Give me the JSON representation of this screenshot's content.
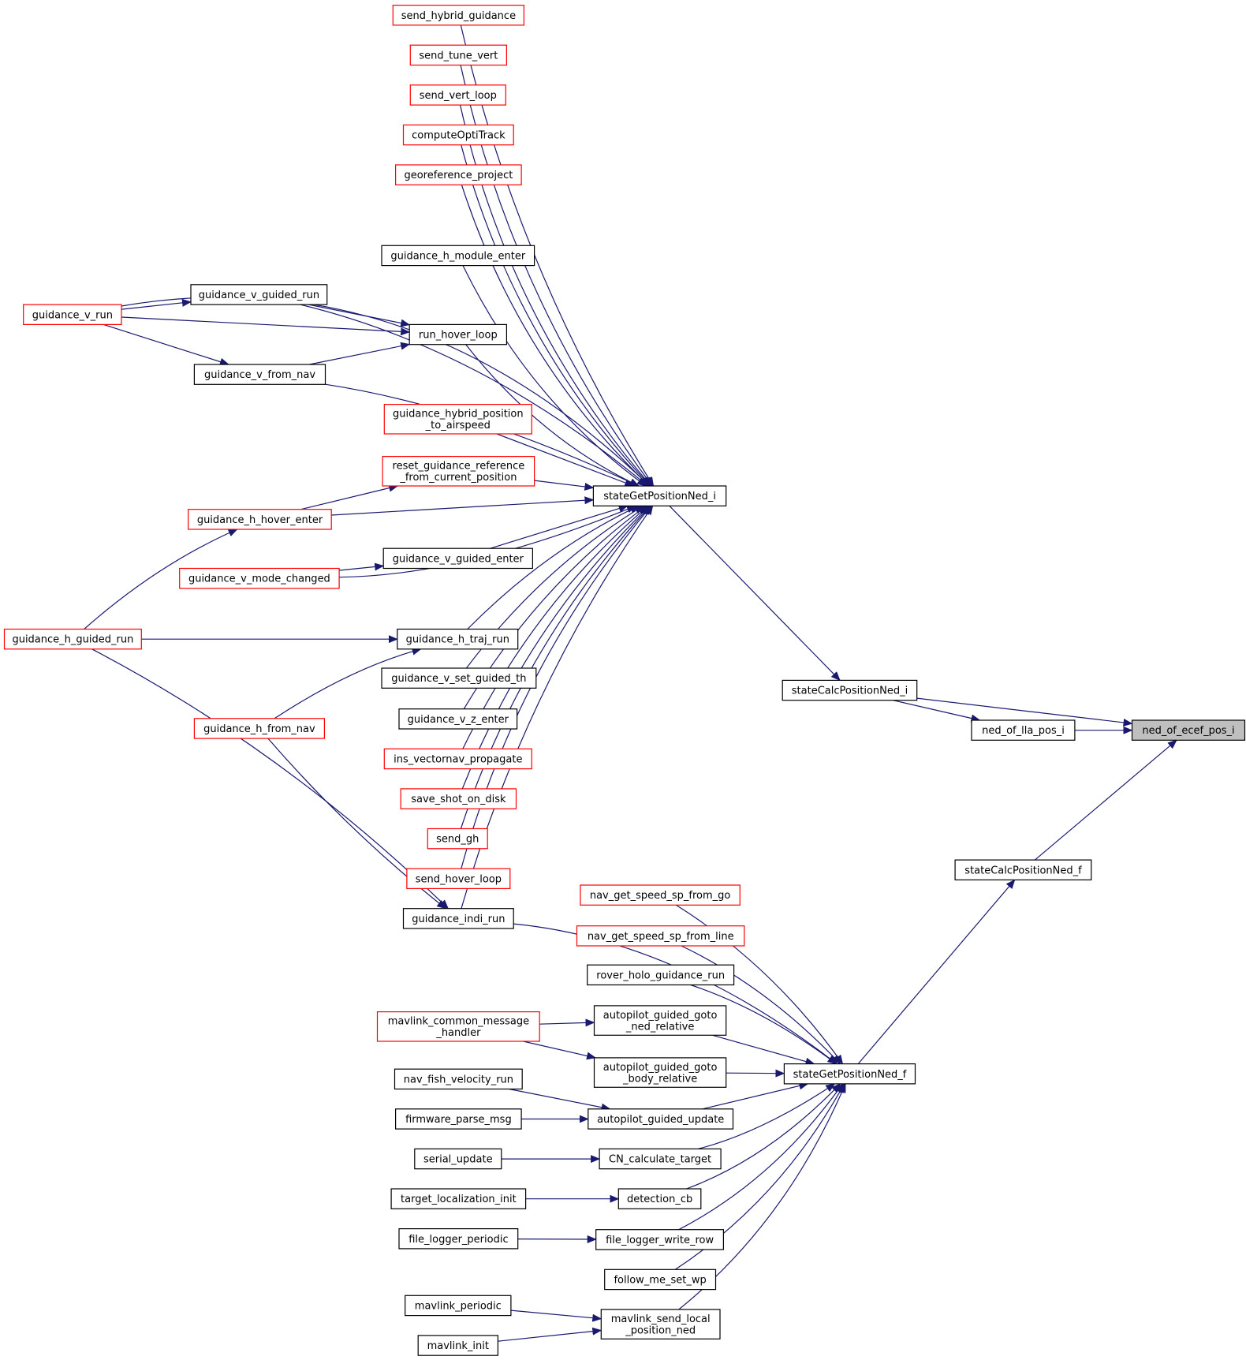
{
  "colors": {
    "edge": "#191970",
    "node_border_linked": "#000000",
    "node_border_external": "#ff0000",
    "node_fill_root": "#bfbfbf",
    "node_fill": "#ffffff"
  },
  "nodes": [
    {
      "id": "n_ned_of_ecef_pos_i",
      "lines": [
        "ned_of_ecef_pos_i"
      ],
      "style": "root"
    },
    {
      "id": "n_stateCalcPositionNed_i",
      "lines": [
        "stateCalcPositionNed_i"
      ],
      "style": "black"
    },
    {
      "id": "n_ned_of_lla_pos_i",
      "lines": [
        "ned_of_lla_pos_i"
      ],
      "style": "black"
    },
    {
      "id": "n_stateCalcPositionNed_f",
      "lines": [
        "stateCalcPositionNed_f"
      ],
      "style": "black"
    },
    {
      "id": "n_stateGetPositionNed_i",
      "lines": [
        "stateGetPositionNed_i"
      ],
      "style": "black"
    },
    {
      "id": "n_stateGetPositionNed_f",
      "lines": [
        "stateGetPositionNed_f"
      ],
      "style": "black"
    },
    {
      "id": "n_send_hybrid_guidance",
      "lines": [
        "send_hybrid_guidance"
      ],
      "style": "red"
    },
    {
      "id": "n_send_tune_vert",
      "lines": [
        "send_tune_vert"
      ],
      "style": "red"
    },
    {
      "id": "n_send_vert_loop",
      "lines": [
        "send_vert_loop"
      ],
      "style": "red"
    },
    {
      "id": "n_computeOptiTrack",
      "lines": [
        "computeOptiTrack"
      ],
      "style": "red"
    },
    {
      "id": "n_georeference_project",
      "lines": [
        "georeference_project"
      ],
      "style": "red"
    },
    {
      "id": "n_guidance_h_module_enter",
      "lines": [
        "guidance_h_module_enter"
      ],
      "style": "black"
    },
    {
      "id": "n_guidance_v_guided_run",
      "lines": [
        "guidance_v_guided_run"
      ],
      "style": "black"
    },
    {
      "id": "n_guidance_v_run",
      "lines": [
        "guidance_v_run"
      ],
      "style": "red"
    },
    {
      "id": "n_run_hover_loop",
      "lines": [
        "run_hover_loop"
      ],
      "style": "black"
    },
    {
      "id": "n_guidance_v_from_nav",
      "lines": [
        "guidance_v_from_nav"
      ],
      "style": "black"
    },
    {
      "id": "n_guidance_hybrid_position_to_airspeed",
      "lines": [
        "guidance_hybrid_position",
        "_to_airspeed"
      ],
      "style": "red"
    },
    {
      "id": "n_reset_guidance_reference_from_current_position",
      "lines": [
        "reset_guidance_reference",
        "_from_current_position"
      ],
      "style": "red"
    },
    {
      "id": "n_guidance_h_hover_enter",
      "lines": [
        "guidance_h_hover_enter"
      ],
      "style": "red"
    },
    {
      "id": "n_guidance_v_guided_enter",
      "lines": [
        "guidance_v_guided_enter"
      ],
      "style": "black"
    },
    {
      "id": "n_guidance_v_mode_changed",
      "lines": [
        "guidance_v_mode_changed"
      ],
      "style": "red"
    },
    {
      "id": "n_guidance_h_guided_run",
      "lines": [
        "guidance_h_guided_run"
      ],
      "style": "red"
    },
    {
      "id": "n_guidance_h_traj_run",
      "lines": [
        "guidance_h_traj_run"
      ],
      "style": "black"
    },
    {
      "id": "n_guidance_v_set_guided_th",
      "lines": [
        "guidance_v_set_guided_th"
      ],
      "style": "black"
    },
    {
      "id": "n_guidance_h_from_nav",
      "lines": [
        "guidance_h_from_nav"
      ],
      "style": "red"
    },
    {
      "id": "n_guidance_v_z_enter",
      "lines": [
        "guidance_v_z_enter"
      ],
      "style": "black"
    },
    {
      "id": "n_ins_vectornav_propagate",
      "lines": [
        "ins_vectornav_propagate"
      ],
      "style": "red"
    },
    {
      "id": "n_save_shot_on_disk",
      "lines": [
        "save_shot_on_disk"
      ],
      "style": "red"
    },
    {
      "id": "n_send_gh",
      "lines": [
        "send_gh"
      ],
      "style": "red"
    },
    {
      "id": "n_send_hover_loop",
      "lines": [
        "send_hover_loop"
      ],
      "style": "red"
    },
    {
      "id": "n_guidance_indi_run",
      "lines": [
        "guidance_indi_run"
      ],
      "style": "black"
    },
    {
      "id": "n_nav_get_speed_sp_from_go",
      "lines": [
        "nav_get_speed_sp_from_go"
      ],
      "style": "red"
    },
    {
      "id": "n_nav_get_speed_sp_from_line",
      "lines": [
        "nav_get_speed_sp_from_line"
      ],
      "style": "red"
    },
    {
      "id": "n_rover_holo_guidance_run",
      "lines": [
        "rover_holo_guidance_run"
      ],
      "style": "black"
    },
    {
      "id": "n_mavlink_common_message_handler",
      "lines": [
        "mavlink_common_message",
        "_handler"
      ],
      "style": "red"
    },
    {
      "id": "n_autopilot_guided_goto_ned_relative",
      "lines": [
        "autopilot_guided_goto",
        "_ned_relative"
      ],
      "style": "black"
    },
    {
      "id": "n_autopilot_guided_goto_body_relative",
      "lines": [
        "autopilot_guided_goto",
        "_body_relative"
      ],
      "style": "black"
    },
    {
      "id": "n_nav_fish_velocity_run",
      "lines": [
        "nav_fish_velocity_run"
      ],
      "style": "black"
    },
    {
      "id": "n_firmware_parse_msg",
      "lines": [
        "firmware_parse_msg"
      ],
      "style": "black"
    },
    {
      "id": "n_autopilot_guided_update",
      "lines": [
        "autopilot_guided_update"
      ],
      "style": "black"
    },
    {
      "id": "n_serial_update",
      "lines": [
        "serial_update"
      ],
      "style": "black"
    },
    {
      "id": "n_CN_calculate_target",
      "lines": [
        "CN_calculate_target"
      ],
      "style": "black"
    },
    {
      "id": "n_target_localization_init",
      "lines": [
        "target_localization_init"
      ],
      "style": "black"
    },
    {
      "id": "n_detection_cb",
      "lines": [
        "detection_cb"
      ],
      "style": "black"
    },
    {
      "id": "n_file_logger_periodic",
      "lines": [
        "file_logger_periodic"
      ],
      "style": "black"
    },
    {
      "id": "n_file_logger_write_row",
      "lines": [
        "file_logger_write_row"
      ],
      "style": "black"
    },
    {
      "id": "n_follow_me_set_wp",
      "lines": [
        "follow_me_set_wp"
      ],
      "style": "black"
    },
    {
      "id": "n_mavlink_periodic",
      "lines": [
        "mavlink_periodic"
      ],
      "style": "black"
    },
    {
      "id": "n_mavlink_send_local_position_ned",
      "lines": [
        "mavlink_send_local",
        "_position_ned"
      ],
      "style": "black"
    },
    {
      "id": "n_mavlink_init",
      "lines": [
        "mavlink_init"
      ],
      "style": "black"
    }
  ]
}
